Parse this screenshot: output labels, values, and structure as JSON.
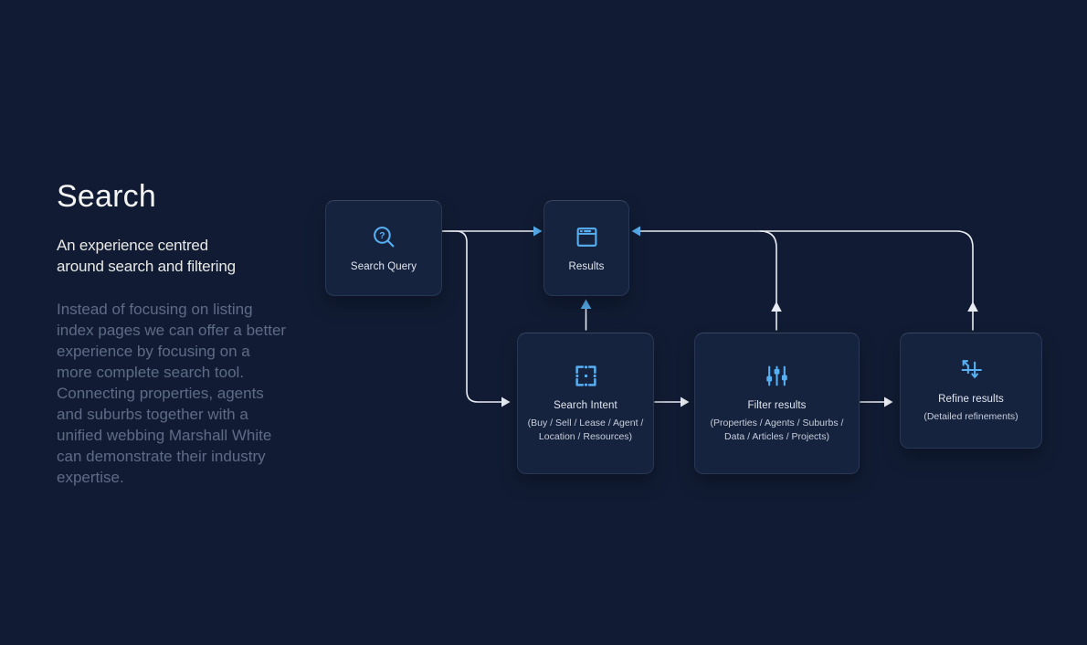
{
  "intro": {
    "title": "Search",
    "subtitle": "An experience centred around search and filtering",
    "paragraph": "Instead of focusing on listing index pages we can offer a better experience by focusing on a more complete search tool. Connecting properties, agents and suburbs together with a unified webbing Marshall White can demonstrate their industry expertise."
  },
  "diagram": {
    "nodes": [
      {
        "id": "search-query",
        "label": "Search Query",
        "sublabel": "",
        "icon": "search-question-icon"
      },
      {
        "id": "results",
        "label": "Results",
        "sublabel": "",
        "icon": "browser-window-icon"
      },
      {
        "id": "search-intent",
        "label": "Search Intent",
        "sublabel": "(Buy / Sell / Lease / Agent / Location / Resources)",
        "icon": "scan-frame-icon"
      },
      {
        "id": "filter-results",
        "label": "Filter results",
        "sublabel": "(Properties / Agents / Suburbs / Data / Articles / Projects)",
        "icon": "sliders-icon"
      },
      {
        "id": "refine-results",
        "label": "Refine results",
        "sublabel": "(Detailed refinements)",
        "icon": "refine-flow-icon"
      }
    ],
    "edges": [
      {
        "from": "search-query",
        "to": "results"
      },
      {
        "from": "search-query",
        "to": "search-intent"
      },
      {
        "from": "search-intent",
        "to": "results"
      },
      {
        "from": "search-intent",
        "to": "filter-results"
      },
      {
        "from": "filter-results",
        "to": "refine-results"
      },
      {
        "from": "filter-results",
        "to": "results"
      },
      {
        "from": "refine-results",
        "to": "results"
      }
    ]
  },
  "colors": {
    "background": "#111c34",
    "box": "#16233f",
    "accent": "#58b0f2",
    "line": "#e9ecf2",
    "paragraph": "#5f6b86"
  }
}
